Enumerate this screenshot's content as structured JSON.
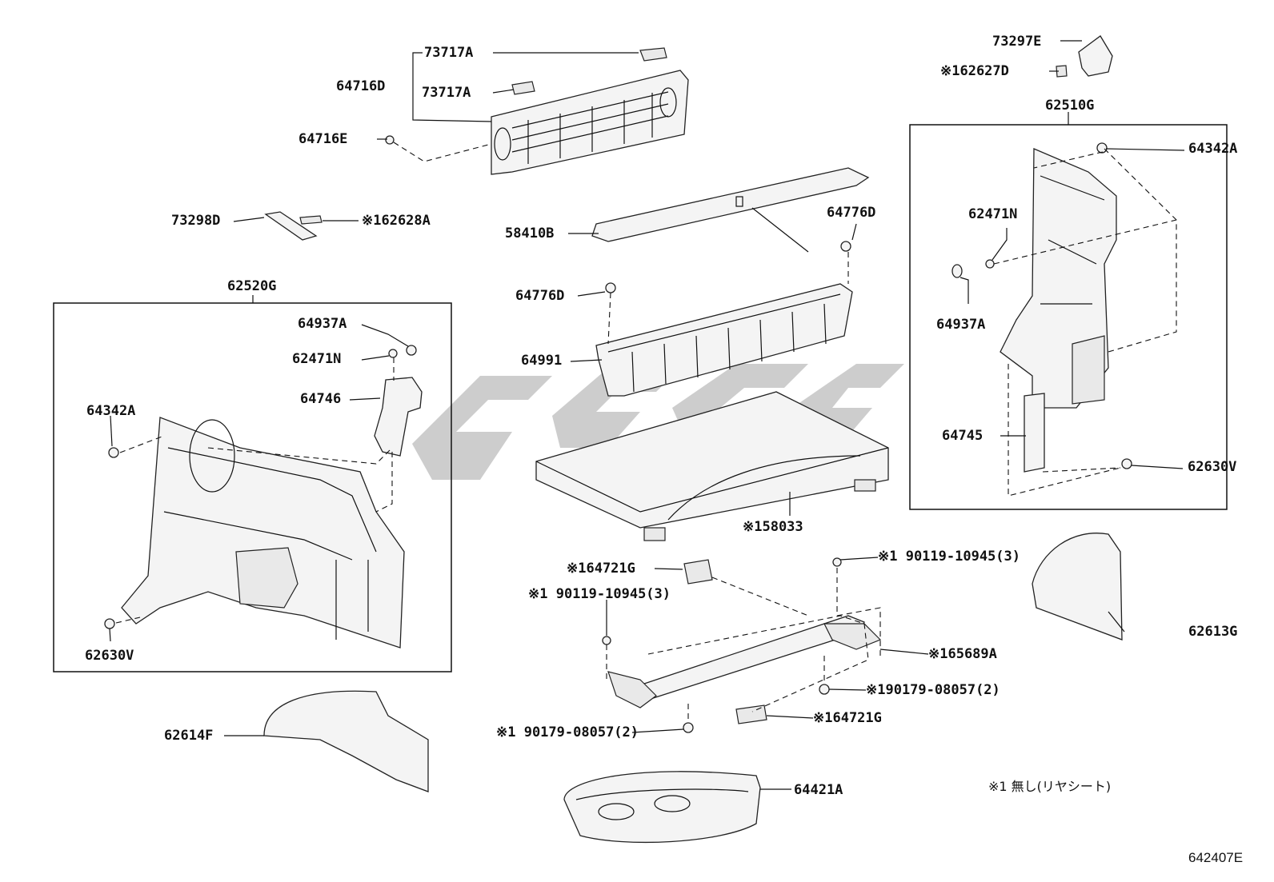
{
  "diagram_code": "642407E",
  "note": "※1 無し(リヤシート)",
  "labels": {
    "l_73717A_top": "73717A",
    "l_64716D": "64716D",
    "l_73717A_mid": "73717A",
    "l_64716E": "64716E",
    "l_73297E": "73297E",
    "l_62627D": "※162627D",
    "l_62510G": "62510G",
    "l_64342A_right": "64342A",
    "l_62471N_right": "62471N",
    "l_64937A_right": "64937A",
    "l_64745": "64745",
    "l_62630V_right": "62630V",
    "l_73298D": "73298D",
    "l_62628A": "※162628A",
    "l_58410B": "58410B",
    "l_64776D_right": "64776D",
    "l_64776D_left": "64776D",
    "l_64991": "64991",
    "l_62520G": "62520G",
    "l_64937A_left": "64937A",
    "l_62471N_left": "62471N",
    "l_64746": "64746",
    "l_64342A_left": "64342A",
    "l_62630V_left": "62630V",
    "l_58033": "※158033",
    "l_64721G_top": "※164721G",
    "l_90119_right": "※1 90119-10945(3)",
    "l_90119_left": "※1 90119-10945(3)",
    "l_62613G": "62613G",
    "l_65689A": "※165689A",
    "l_90179_right": "※190179-08057(2)",
    "l_64721G_bottom": "※164721G",
    "l_90179_left": "※1 90179-08057(2)",
    "l_62614F": "62614F",
    "l_64421A": "64421A"
  }
}
